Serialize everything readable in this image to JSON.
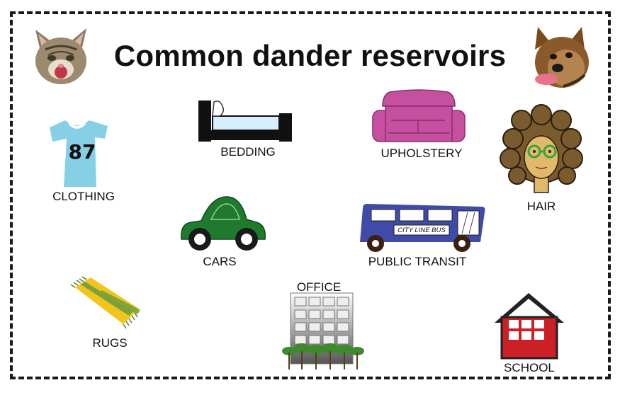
{
  "title": "Common dander reservoirs",
  "items": {
    "clothing": {
      "label": "CLOTHING",
      "number": "87"
    },
    "bedding": {
      "label": "BEDDING"
    },
    "upholstery": {
      "label": "UPHOLSTERY"
    },
    "hair": {
      "label": "HAIR"
    },
    "cars": {
      "label": "CARS"
    },
    "transit": {
      "label": "PUBLIC TRANSIT",
      "bus_sign": "CITY LINE BUS"
    },
    "rugs": {
      "label": "RUGS"
    },
    "office": {
      "label": "OFFICE"
    },
    "school": {
      "label": "SCHOOL"
    }
  },
  "icons": [
    "cat-face-icon",
    "dog-face-icon",
    "shirt-icon",
    "bed-icon",
    "sofa-icon",
    "curly-hair-person-icon",
    "car-icon",
    "bus-icon",
    "rug-icon",
    "office-building-icon",
    "school-house-icon"
  ],
  "colors": {
    "shirt": "#86d0e6",
    "sofa": "#c4509f",
    "car": "#1f7a2e",
    "bus": "#3f4ba8",
    "rug_yellow": "#f2c41c",
    "rug_green": "#7aa23a",
    "school": "#cc2027",
    "hair": "#7a5a2f",
    "glasses": "#3aa33a"
  }
}
